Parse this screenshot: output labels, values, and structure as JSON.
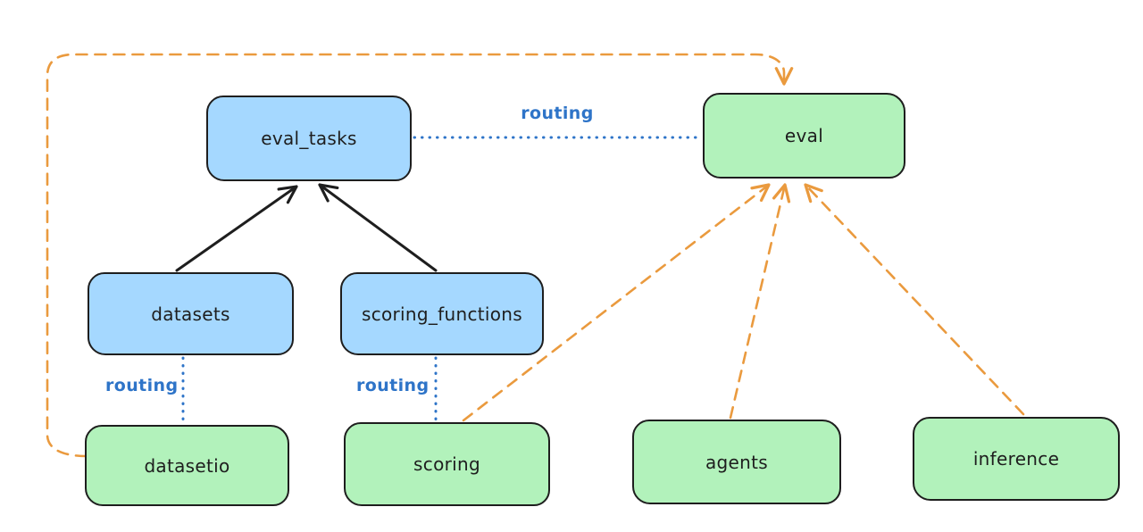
{
  "diagram": {
    "background": "#ffffff",
    "nodes": [
      {
        "id": "eval_tasks",
        "label": "eval_tasks",
        "fill": "#a5d8ff"
      },
      {
        "id": "eval",
        "label": "eval",
        "fill": "#b2f2bb"
      },
      {
        "id": "datasets",
        "label": "datasets",
        "fill": "#a5d8ff"
      },
      {
        "id": "scoring_functions",
        "label": "scoring_functions",
        "fill": "#a5d8ff"
      },
      {
        "id": "datasetio",
        "label": "datasetio",
        "fill": "#b2f2bb"
      },
      {
        "id": "scoring",
        "label": "scoring",
        "fill": "#b2f2bb"
      },
      {
        "id": "agents",
        "label": "agents",
        "fill": "#b2f2bb"
      },
      {
        "id": "inference",
        "label": "inference",
        "fill": "#b2f2bb"
      }
    ],
    "edges": [
      {
        "from": "datasets",
        "to": "eval_tasks",
        "style": "solid-arrow",
        "color": "#1e1e1e",
        "label": ""
      },
      {
        "from": "scoring_functions",
        "to": "eval_tasks",
        "style": "solid-arrow",
        "color": "#1e1e1e",
        "label": ""
      },
      {
        "from": "eval_tasks",
        "to": "eval",
        "style": "dotted",
        "color": "#2e74c8",
        "label": "routing"
      },
      {
        "from": "datasets",
        "to": "datasetio",
        "style": "dotted",
        "color": "#2e74c8",
        "label": "routing"
      },
      {
        "from": "scoring_functions",
        "to": "scoring",
        "style": "dotted",
        "color": "#2e74c8",
        "label": "routing"
      },
      {
        "from": "datasetio",
        "to": "eval",
        "style": "dashed-arrow",
        "color": "#ea9a3e",
        "label": ""
      },
      {
        "from": "scoring",
        "to": "eval",
        "style": "dashed-arrow",
        "color": "#ea9a3e",
        "label": ""
      },
      {
        "from": "agents",
        "to": "eval",
        "style": "dashed-arrow",
        "color": "#ea9a3e",
        "label": ""
      },
      {
        "from": "inference",
        "to": "eval",
        "style": "dashed-arrow",
        "color": "#ea9a3e",
        "label": ""
      }
    ],
    "colors": {
      "blue_node_fill": "#a5d8ff",
      "green_node_fill": "#b2f2bb",
      "node_border": "#1e1e1e",
      "routing_blue": "#2e74c8",
      "dependency_orange": "#ea9a3e",
      "solid_arrow_black": "#1e1e1e"
    }
  }
}
